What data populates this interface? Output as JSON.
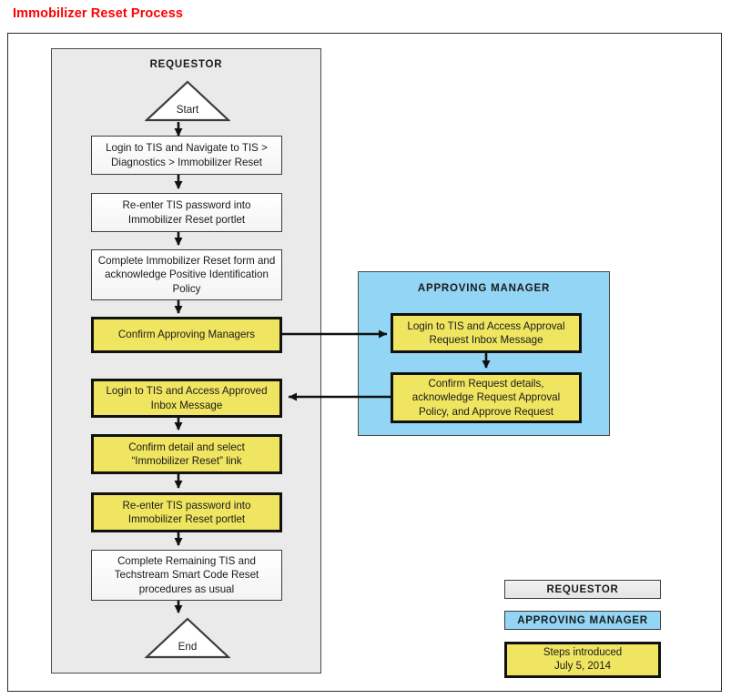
{
  "title": "Immobilizer Reset Process",
  "colors": {
    "title": "#ff0000",
    "requestor_lane": "#eaeaea",
    "approving_manager_lane": "#92d5f5",
    "highlight_step": "#f0e560",
    "border": "#1a1a1a"
  },
  "lanes": {
    "requestor": {
      "title": "REQUESTOR"
    },
    "approving_manager": {
      "title": "APPROVING MANAGER"
    }
  },
  "nodes": {
    "start": "Start",
    "end": "End",
    "r1": "Login to TIS and Navigate to TIS > Diagnostics > Immobilizer Reset",
    "r2": "Re-enter TIS password into Immobilizer Reset portlet",
    "r3": "Complete Immobilizer Reset form and acknowledge Positive Identification Policy",
    "r4": "Confirm Approving Managers",
    "r5": "Login to TIS and Access Approved Inbox Message",
    "r6": "Confirm detail and select “Immobilizer Reset” link",
    "r7": "Re-enter TIS password into Immobilizer Reset portlet",
    "r8": "Complete Remaining TIS and Techstream Smart Code Reset procedures as usual",
    "m1": "Login to TIS and Access Approval Request Inbox Message",
    "m2": "Confirm Request details, acknowledge Request Approval Policy, and Approve Request"
  },
  "legend": {
    "requestor": "REQUESTOR",
    "approving_manager": "APPROVING MANAGER",
    "steps_introduced_line1": "Steps introduced",
    "steps_introduced_line2": "July 5, 2014"
  }
}
